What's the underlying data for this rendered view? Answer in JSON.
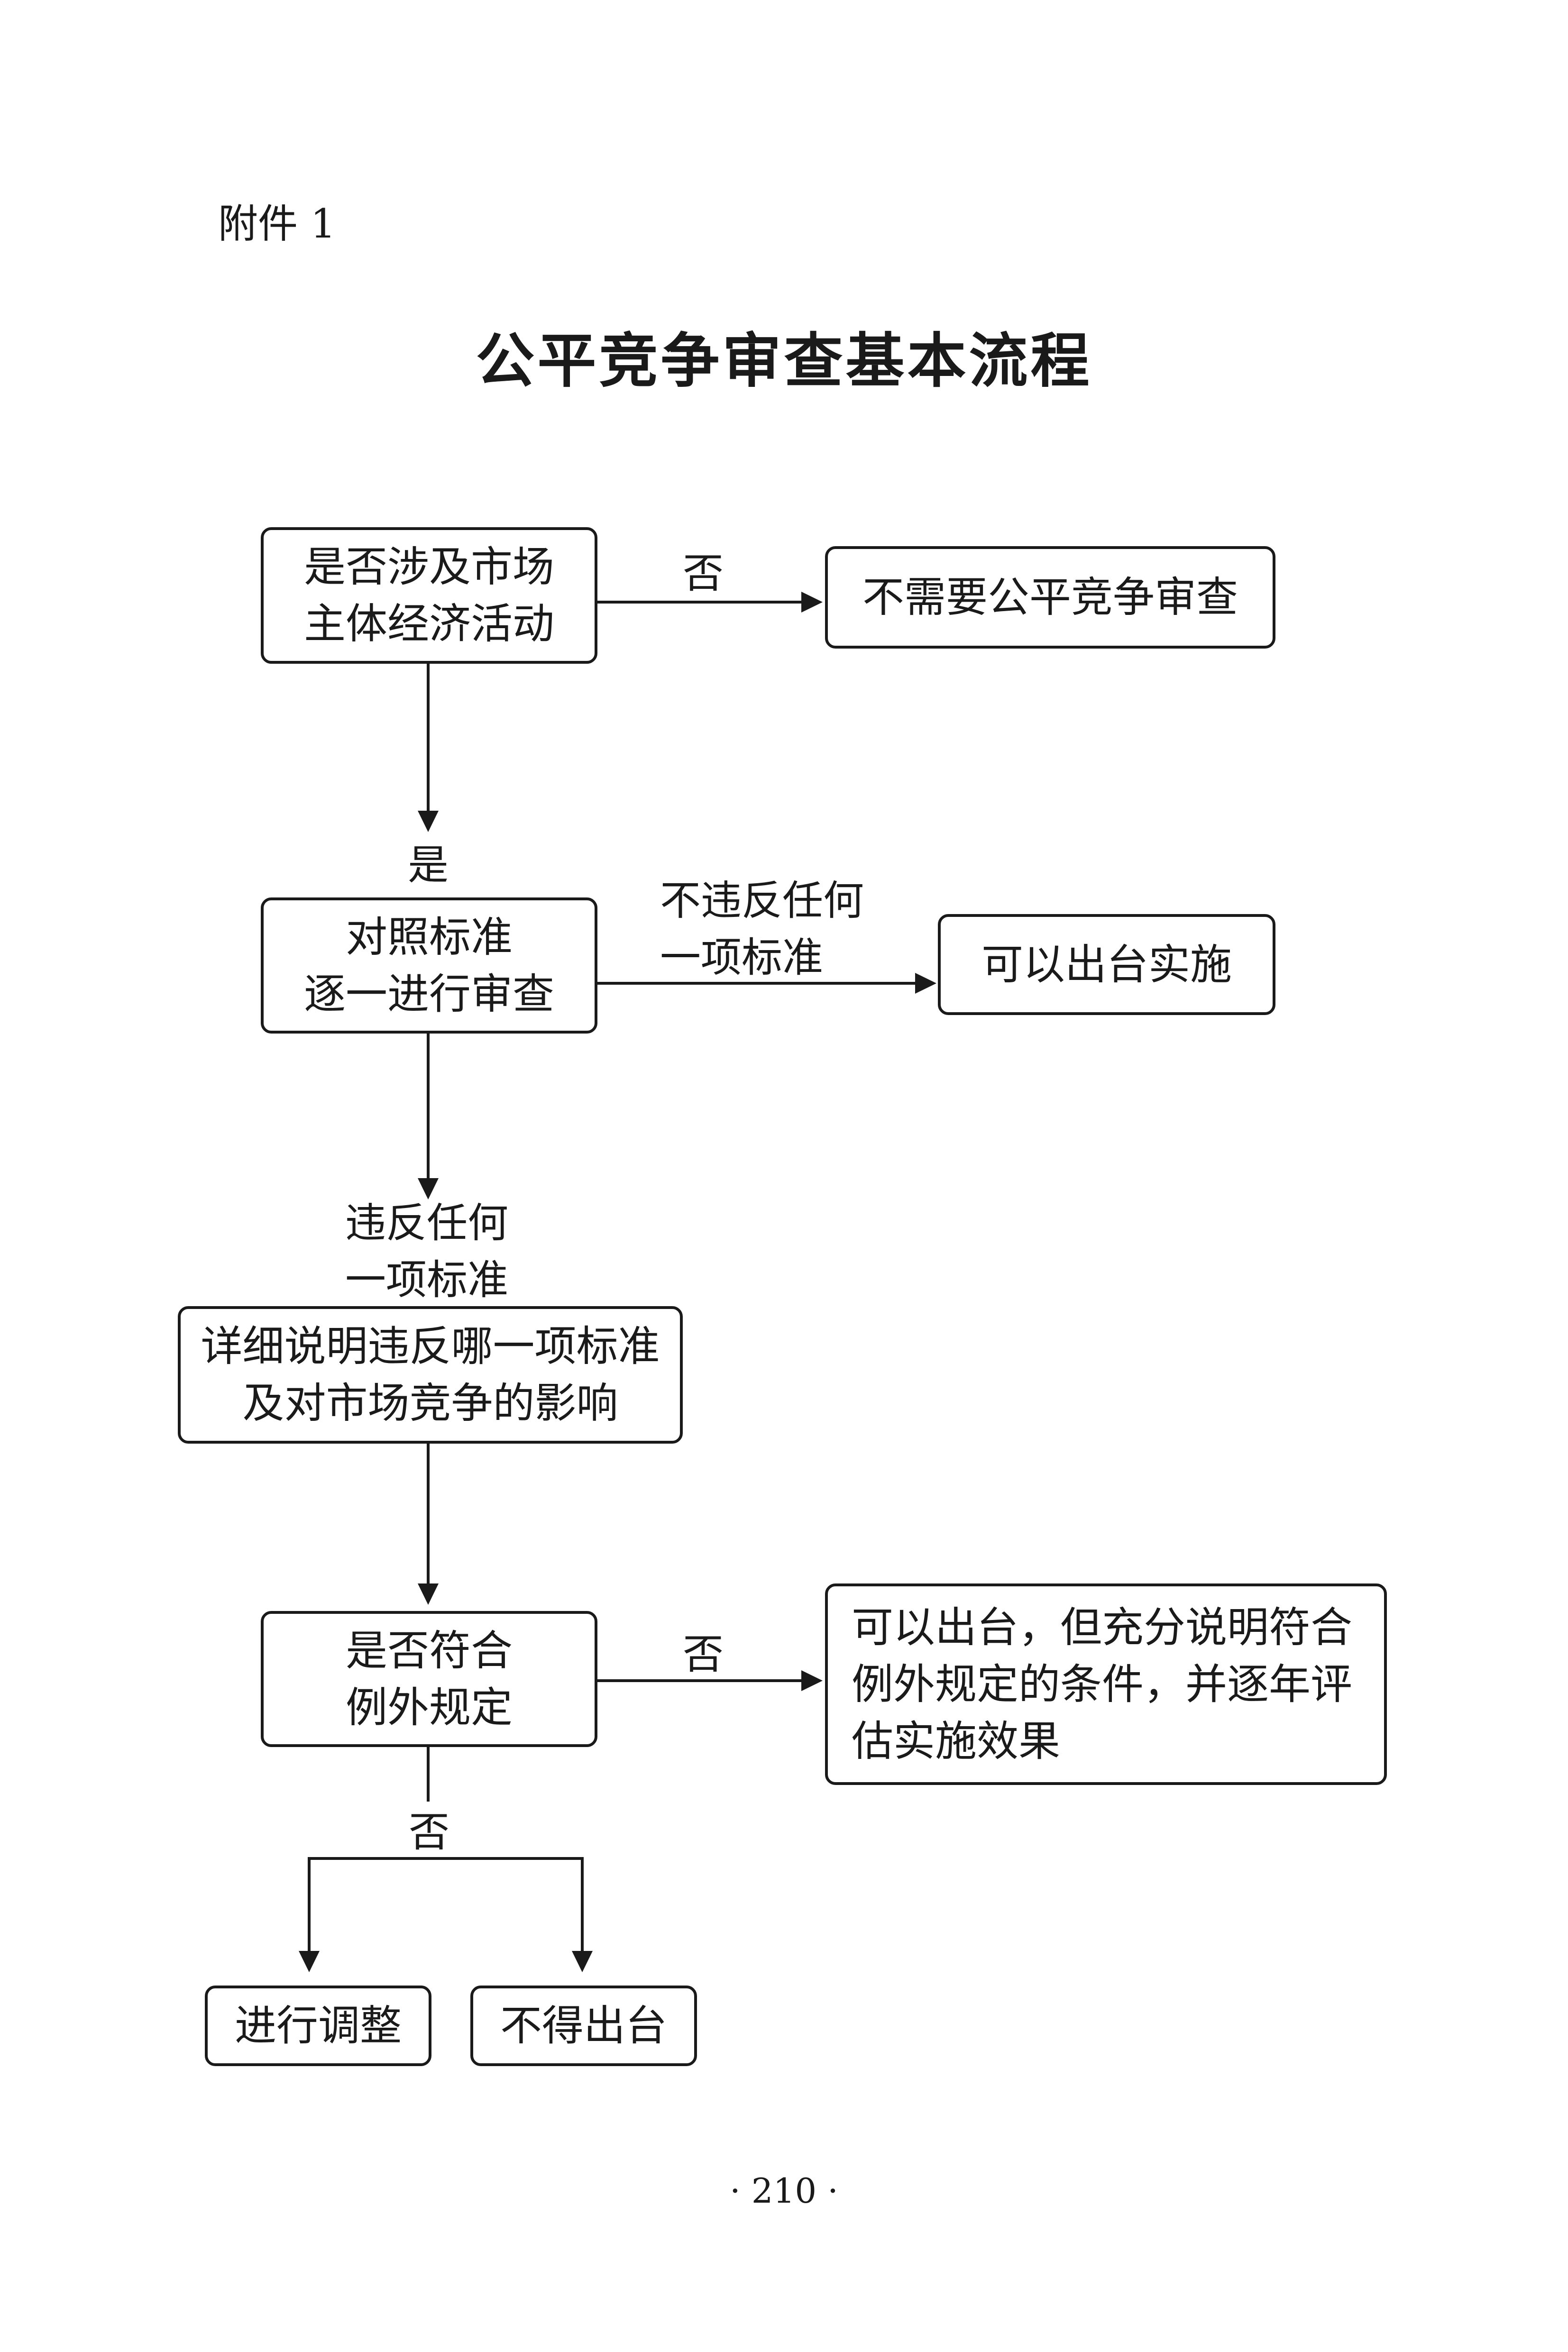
{
  "attachment_label": "附件 1",
  "title": "公平竞争审查基本流程",
  "boxes": {
    "q_market_activity": [
      "是否涉及市场",
      "主体经济活动"
    ],
    "no_review_needed": [
      "不需要公平竞争审查"
    ],
    "check_standards": [
      "对照标准",
      "逐一进行审查"
    ],
    "can_implement": [
      "可以出台实施"
    ],
    "explain_violation": [
      "详细说明违反哪一项标准",
      "及对市场竞争的影响"
    ],
    "q_exception": [
      "是否符合",
      "例外规定"
    ],
    "exception_result": [
      "可以出台，但充分说明符合",
      "例外规定的条件，并逐年评",
      "估实施效果"
    ],
    "adjust": [
      "进行调整"
    ],
    "not_issue": [
      "不得出台"
    ]
  },
  "edge_labels": {
    "no_1": "否",
    "yes_1": "是",
    "no_violation": [
      "不违反任何",
      "一项标准"
    ],
    "violation": [
      "违反任何",
      "一项标准"
    ],
    "no_2": "否",
    "no_3": "否"
  },
  "page_number": "· 210 ·"
}
